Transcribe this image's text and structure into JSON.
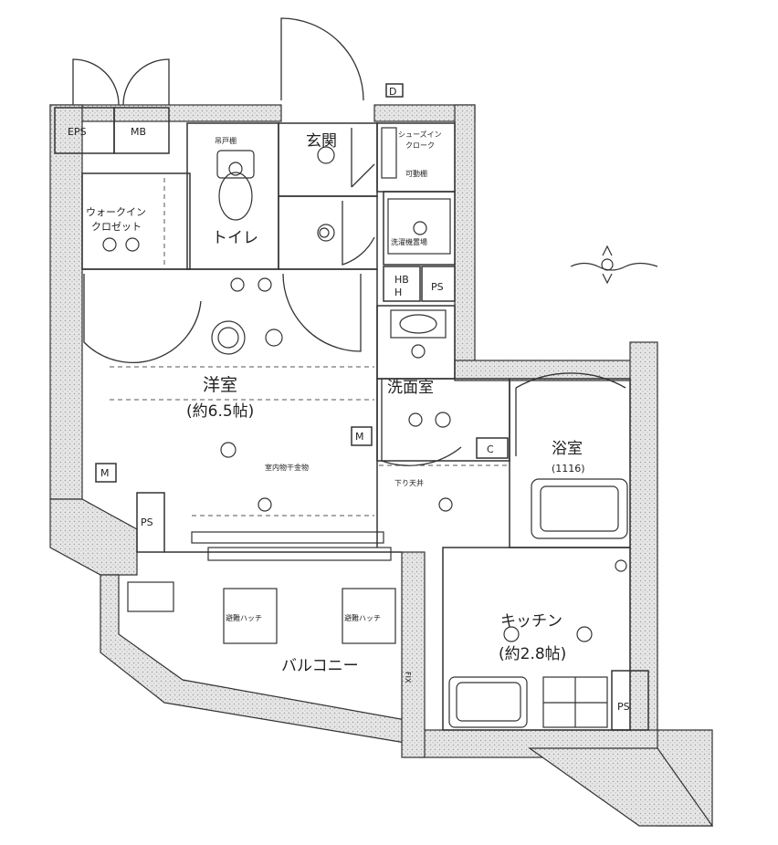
{
  "rooms": {
    "eps": "EPS",
    "mb": "MB",
    "entrance": "玄関",
    "shoes_in": "シューズイン",
    "shoes_in2": "クローク",
    "shoes_in3": "可動棚",
    "walkin": "ウォークイン",
    "walkin2": "クロゼット",
    "toilet": "トイレ",
    "toilet_shelf": "吊戸棚",
    "western": "洋室",
    "western_size": "(約6.5帖)",
    "washroom": "洗面室",
    "bath": "浴室",
    "bath_size": "(1116)",
    "kitchen": "キッチン",
    "kitchen_size": "(約2.8帖)",
    "balcony": "バルコニー",
    "ps1": "PS",
    "ps2": "PS",
    "ps3": "PS",
    "dryer": "洗濯機置場",
    "hatch1": "避難ハッチ",
    "hatch2": "避難ハッチ",
    "lowered_ceiling": "下り天井",
    "ceiling_note": "室内物干金物",
    "m1": "M",
    "m2": "M",
    "c": "C",
    "d": "D",
    "fix": "FIX",
    "h": "H",
    "hb": "HB"
  },
  "colors": {
    "wall": "#e4e4e4",
    "line": "#333333"
  }
}
